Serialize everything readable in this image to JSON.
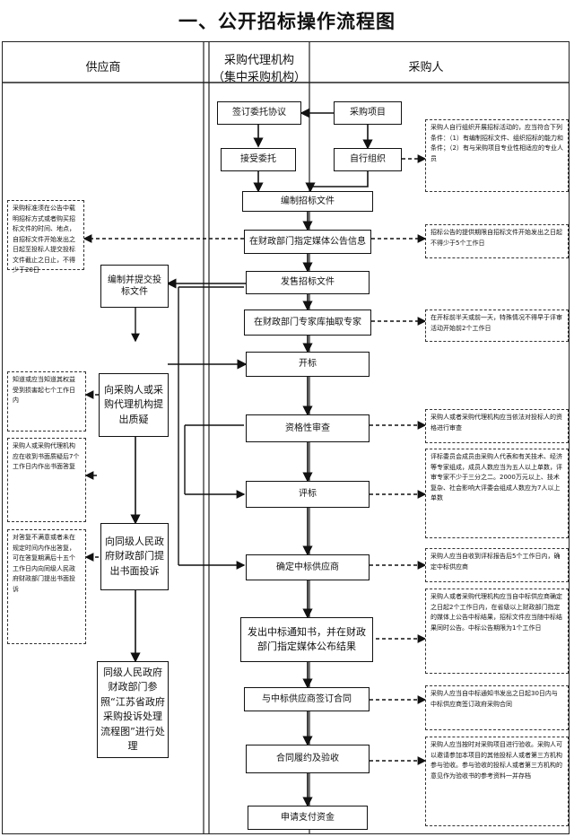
{
  "title": "一、公开招标操作流程图",
  "columns": {
    "supplier": "供应商",
    "agency_line1": "采购代理机构",
    "agency_line2": "（集中采购机构）",
    "purchaser": "采购人"
  },
  "steps": {
    "sign_entrust": "签订委托协议",
    "purchase_project": "采购项目",
    "accept_entrust": "接受委托",
    "self_organize": "自行组织",
    "prepare_docs": "编制招标文件",
    "publish_notice": "在财政部门指定媒体公告信息",
    "issue_docs": "发售招标文件",
    "draw_experts": "在财政部门专家库抽取专家",
    "open_bids": "开标",
    "qual_review": "资格性审查",
    "evaluate": "评标",
    "confirm_winner": "确定中标供应商",
    "notify_winner": "发出中标通知书，并在财政部门指定媒体公布结果",
    "sign_contract": "与中标供应商签订合同",
    "acceptance": "合同履约及验收",
    "payment": "申请支付资金"
  },
  "supplier_steps": {
    "prepare_bid": "编制并提交投标文件",
    "challenge": "向采购人或采购代理机构提出质疑",
    "complaint": "向同级人民政府财政部门提出书面投诉",
    "handling": "同级人民政府财政部门参照“江苏省政府采购投诉处理流程图”进行处理"
  },
  "notes": {
    "purchaser_self": "采购人自行组织开展招标活动的，应当符合下列条件：（1）有编制招标文件、组织招标的能力和条件；（2）有与采购项目专业性相适应的专业人员",
    "supplier_buy_docs": "采购标准须在公告中载明招标方式或者购买招标文件的时间、地点，自招标文件开始发出之日起至投标人提交投标文件截止之日止，不得少于20日",
    "notice_period": "招标公告的提供期限自招标文件开始发出之日起不得少于5个工作日",
    "expert_draw": "在开标前半天或前一天，特殊情况不得早于评审活动开始前2个工作日",
    "challenge_period": "知道或应当知道其权益受到损害起七个工作日内",
    "reply_period": "采购人或采购代理机构应在收到书面质疑后7个工作日内作出书面答复",
    "complaint_period": "对答复不满意或者未在规定时间内作出答复，可在答复期满后十五个工作日内向同级人民政府财政部门提出书面投诉",
    "qual_note": "采购人或者采购代理机构应当依法对投标人的资格进行审查",
    "eval_note": "评标委员会成员由采购人代表和有关技术、经济等专家组成，成员人数应当为五人以上单数，评审专家不少于三分之二。2000万元以上、技术复杂、社会影响大评委会组成人数应为7人以上单数",
    "confirm_note": "采购人应当自收到评标报告后5个工作日内，确定中标供应商",
    "result_note": "采购人或者采购代理机构应当自中标供应商确定之日起2个工作日内，在省级以上财政部门指定的媒体上公告中标结果，招标文件应当随中标结果同时公告。中标公告期限为1个工作日",
    "contract_note": "采购人应当自中标通知书发出之日起30日内与中标供应商签订政府采购合同",
    "accept_note": "采购人应当按时对采购项目进行验收。采购人可以邀请参加本项目的其他投标人或者第三方机构参与验收。参与验收的投标人或者第三方机构的意见作为验收书的参考资料一并存档"
  }
}
